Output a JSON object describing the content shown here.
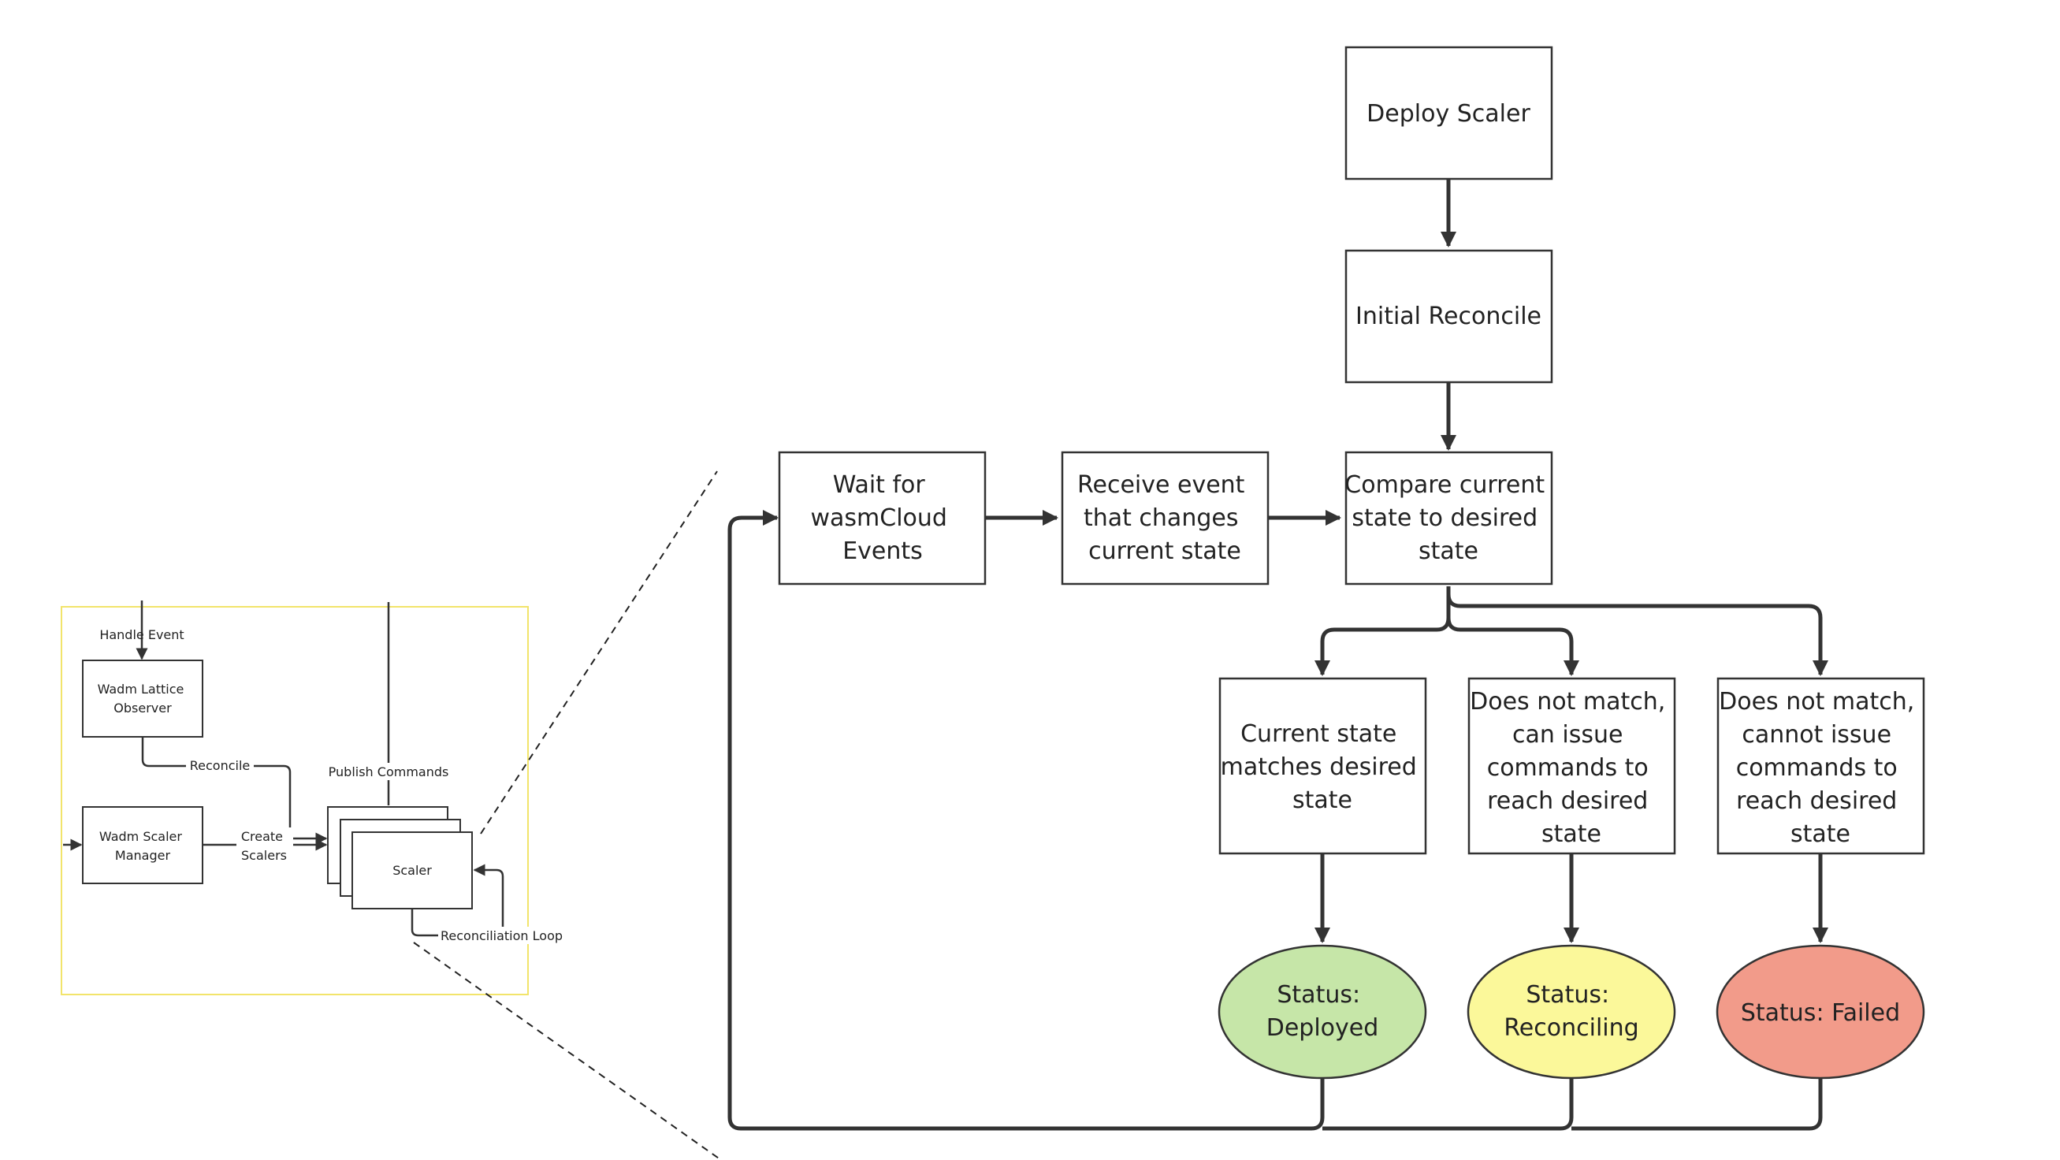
{
  "overview": {
    "handle_event": "Handle Event",
    "lattice_observer": [
      "Wadm Lattice",
      "Observer"
    ],
    "reconcile": "Reconcile",
    "publish_commands": "Publish Commands",
    "scaler_manager": [
      "Wadm Scaler",
      "Manager"
    ],
    "create_scalers": [
      "Create",
      "Scalers"
    ],
    "scaler": "Scaler",
    "reconciliation_loop": "Reconciliation Loop"
  },
  "flow": {
    "deploy_scaler": [
      "Deploy Scaler"
    ],
    "initial_reconcile": [
      "Initial Reconcile"
    ],
    "wait_events": [
      "Wait for",
      "wasmCloud",
      "Events"
    ],
    "receive_event": [
      "Receive event",
      "that changes",
      "current state"
    ],
    "compare_state": [
      "Compare current",
      "state to desired",
      "state"
    ],
    "matches": [
      "Current state",
      "matches desired",
      "state"
    ],
    "can_issue": [
      "Does not match,",
      "can issue",
      "commands to",
      "reach desired",
      "state"
    ],
    "cannot_issue": [
      "Does not match,",
      "cannot issue",
      "commands to",
      "reach desired",
      "state"
    ]
  },
  "statuses": {
    "deployed": [
      "Status:",
      "Deployed"
    ],
    "reconciling": [
      "Status:",
      "Reconciling"
    ],
    "failed": [
      "Status: Failed"
    ]
  },
  "colors": {
    "overview_frame": "#f2e46b",
    "deployed": "#c6e6a8",
    "reconciling": "#fbf89a",
    "failed": "#f29b8a",
    "stroke": "#333333"
  }
}
